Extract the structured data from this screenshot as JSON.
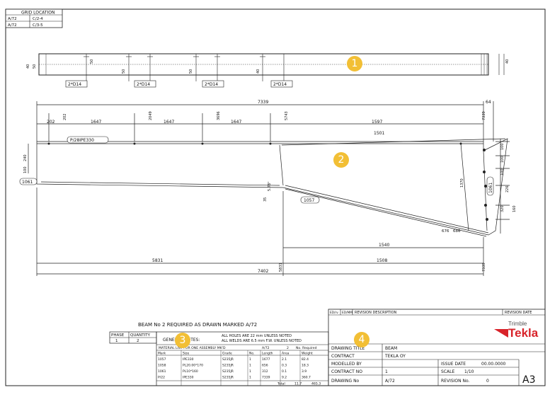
{
  "grid": {
    "header": "GRID LOCATION",
    "rows": [
      [
        "A/72",
        "C/2-4"
      ],
      [
        "A/72",
        "C/3-5"
      ]
    ]
  },
  "top_view": {
    "holes_label": "2*D14",
    "dims": [
      "40",
      "50",
      "50",
      "50",
      "50",
      "40",
      "40"
    ]
  },
  "front_view": {
    "overall": "7339",
    "top_dims": [
      "202",
      "1647",
      "1647",
      "1647",
      "1597"
    ],
    "cumulative": [
      "202",
      "2049",
      "3696",
      "5743",
      "7339"
    ],
    "right_top": "64",
    "part_label": "P/28IPE330",
    "length_1501": "1501",
    "left_dims": [
      "240",
      "100"
    ],
    "right_dims": [
      "100",
      "100",
      "100",
      "226",
      "320",
      "160"
    ],
    "plate_label_left": "1061",
    "plate_label_mid": "1057",
    "plate_label_right": "1061",
    "angle": "5.78°",
    "slope": "35",
    "bottom_1540": "1540",
    "bottom_5831": "5831",
    "bottom_1508": "1508",
    "bottom_7402": "7402",
    "side_7339": "7339",
    "side_5831": "5831",
    "bolt_676": "676",
    "bolt_686": "686",
    "vert_1370": "1370"
  },
  "title_block": {
    "beam_line": "BEAM       No    2     REQUIRED AS DRAWN MARKED   A/72",
    "phase_header": "PHASE",
    "quantity_header": "QUANTITY",
    "phase": "1",
    "quantity": "2",
    "general_notes_label": "GENERAL NOTES:",
    "note_1": "ALL HOLES ARE 22  mm UNLESS NOTED",
    "note_2": "ALL WELDS ARE 6.5 mm F.W. UNLESS NOTED",
    "material_title": "MATERIAL LIST FOR ONE ASSEMBLY MK'D",
    "material_mark": "A/72",
    "material_count": "2",
    "material_required": "No. Required",
    "material_headers": [
      "Mark",
      "Size",
      "Grade",
      "No.",
      "Length",
      "Area",
      "Weight"
    ],
    "material_rows": [
      [
        "1057",
        "IPE330",
        "S235JR",
        "1",
        "1677",
        "2.1",
        "82.4"
      ],
      [
        "1058",
        "PL20.00*170",
        "S235JR",
        "1",
        "656",
        "0.3",
        "18.3"
      ],
      [
        "1061",
        "PL10*160",
        "S235JR",
        "1",
        "312",
        "0.1",
        "3.9"
      ],
      [
        "P/22",
        "IPE330",
        "S235JR",
        "1",
        "7339",
        "9.2",
        "360.7"
      ]
    ],
    "total_label": "Total",
    "total_area": "11.7",
    "total_weight": "465.3",
    "rev_col1": "ED/rv",
    "rev_col2": "ED/MM",
    "revision_description": "REVISION DESCRIPTION",
    "revision_date": "REVISION DATE",
    "drawing_title_label": "DRAWING TITLE",
    "drawing_title": "BEAM",
    "contract_label": "CONTRACT",
    "contract": "TEKLA OY",
    "modelled_by_label": "MODELLED BY",
    "issue_date_label": "ISSUE DATE",
    "issue_date": "00.00.0000",
    "contract_no_label": "CONTRACT NO",
    "contract_no": "1",
    "scale_label": "SCALE",
    "scale": "1/10",
    "drawing_no_label": "DRAWING No",
    "drawing_no": "A/72",
    "revision_no_label": "REVISION No.",
    "revision_no": "0",
    "sheet_size": "A3"
  },
  "logo": {
    "brand_small": "Trimble",
    "brand": "Tekla"
  },
  "markers": [
    "1",
    "2",
    "3",
    "4"
  ]
}
